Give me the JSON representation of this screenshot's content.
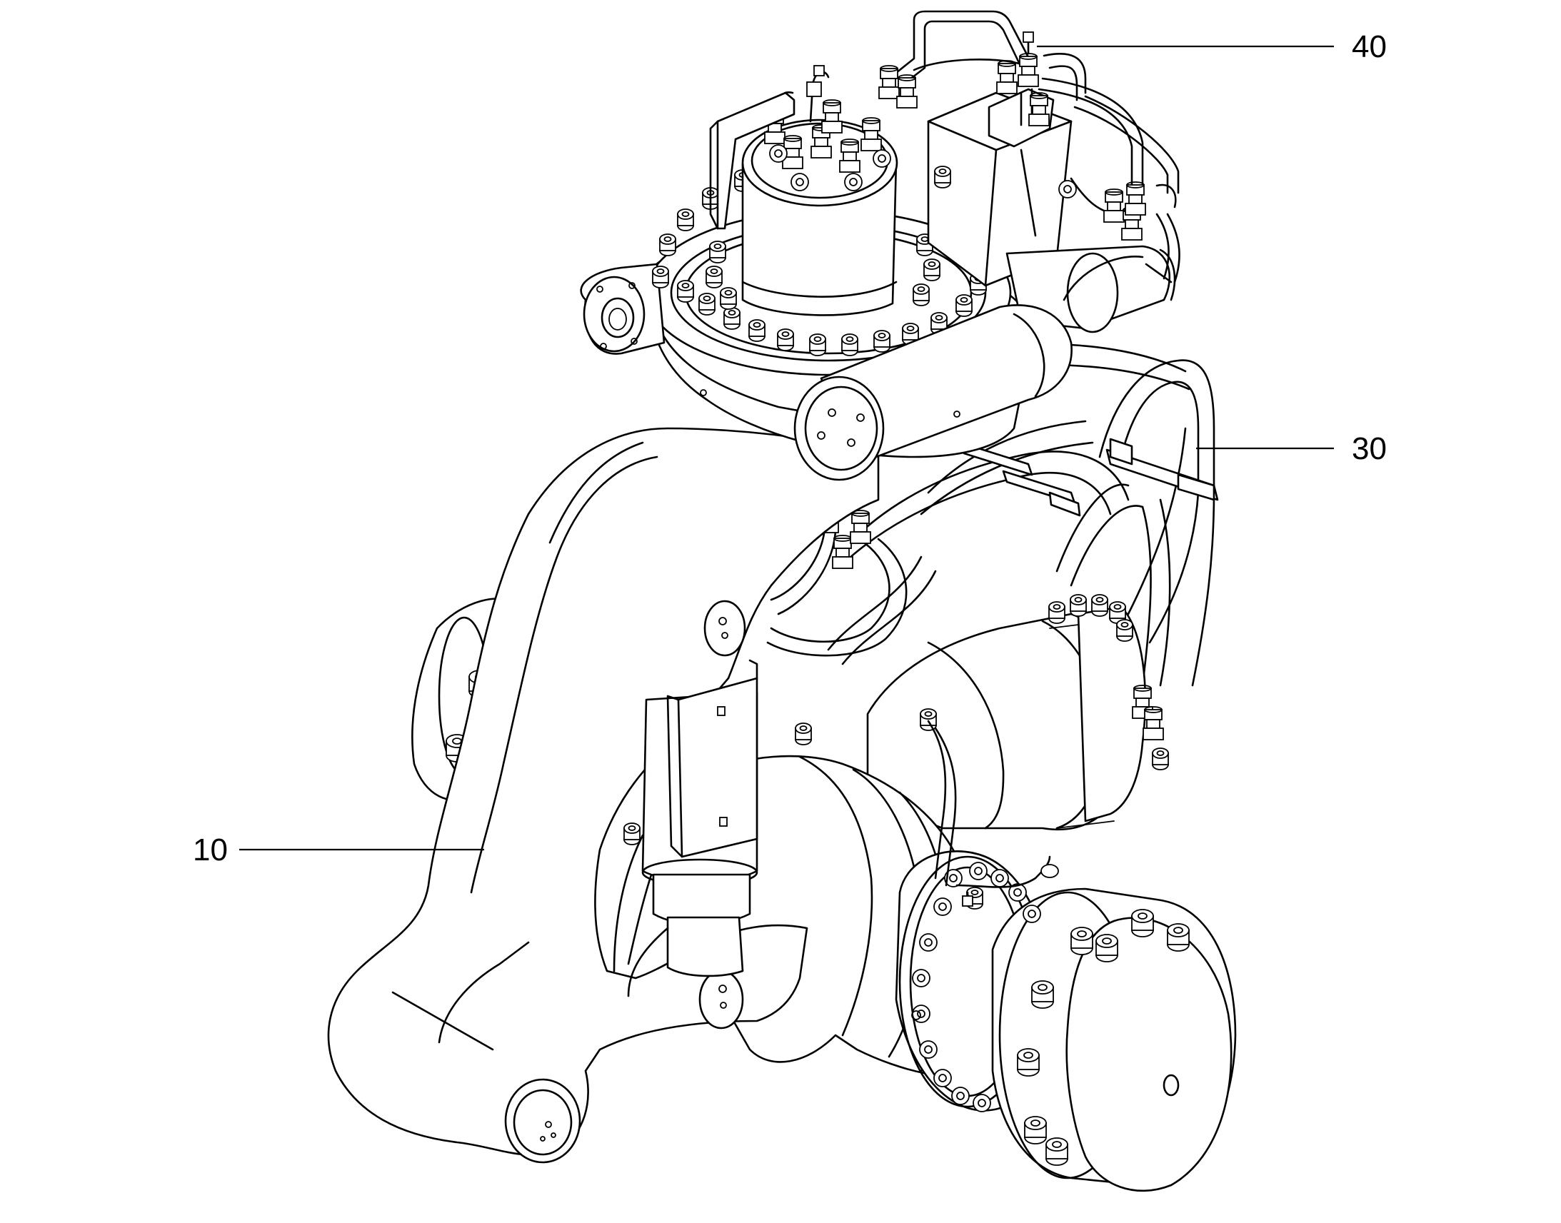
{
  "diagram": {
    "callouts": [
      {
        "id": "10",
        "label": "10"
      },
      {
        "id": "30",
        "label": "30"
      },
      {
        "id": "40",
        "label": "40"
      }
    ],
    "colors": {
      "line": "#000000",
      "background": "#ffffff"
    }
  }
}
